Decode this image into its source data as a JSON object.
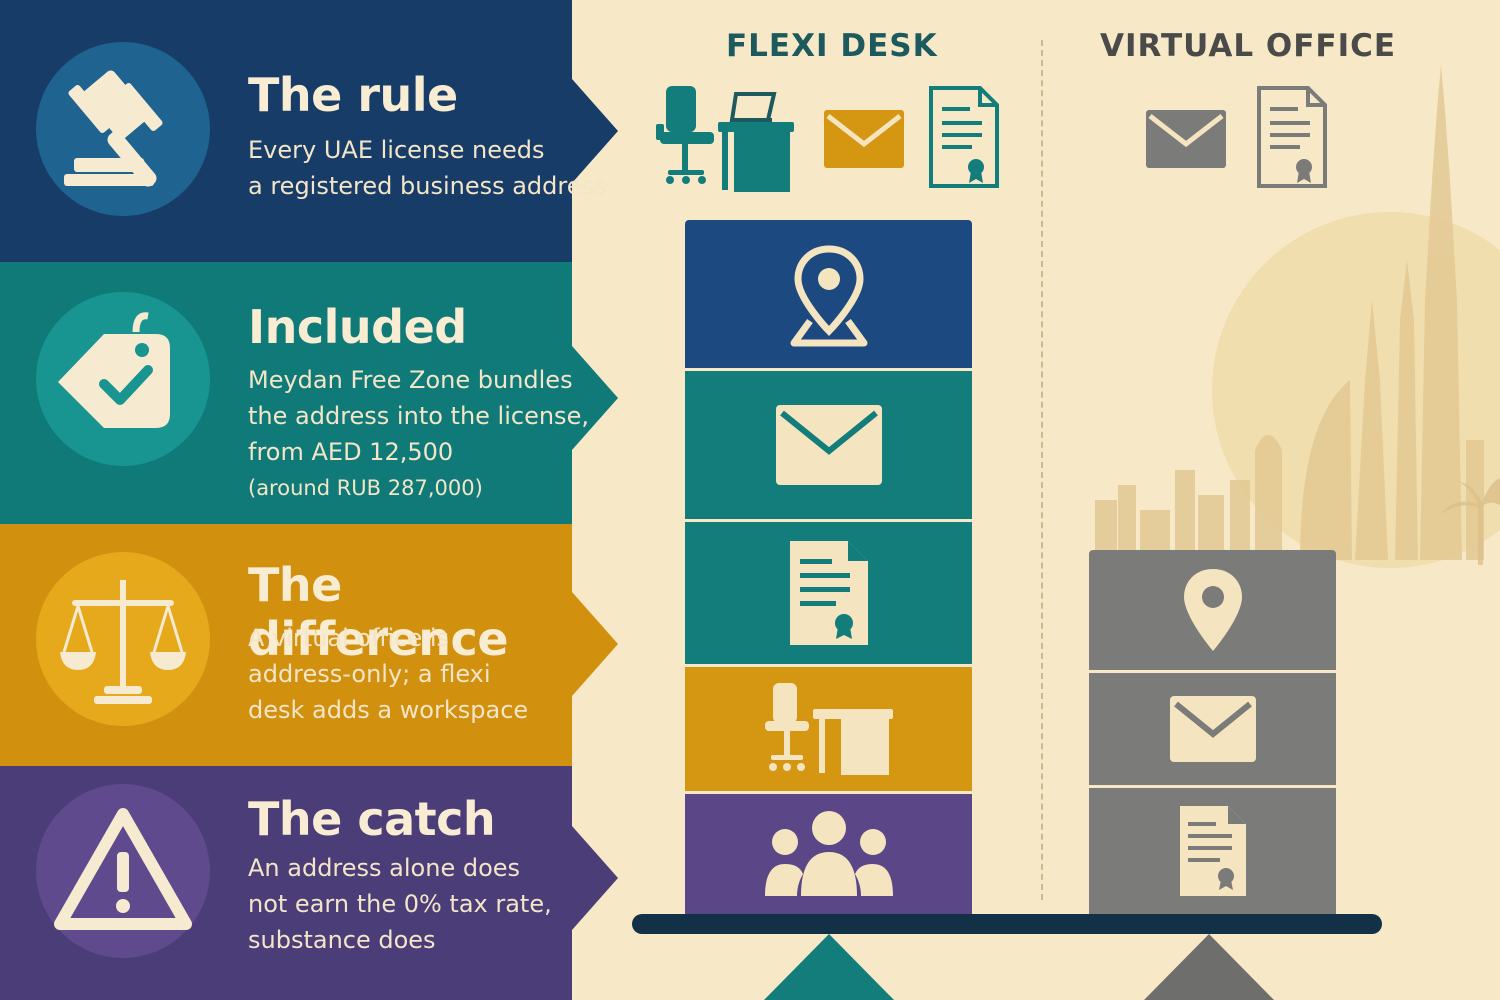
{
  "bands": [
    {
      "title": "The rule",
      "lines": [
        "Every UAE license needs",
        "a registered business address"
      ],
      "icon": "gavel-icon",
      "color": "#173c67",
      "circle": "#1f6391"
    },
    {
      "title": "Included",
      "lines": [
        "Meydan Free Zone bundles",
        "the address into the license,",
        "from AED 12,500"
      ],
      "note": "(around RUB 287,000)",
      "icon": "tag-check-icon",
      "color": "#0f7a78",
      "circle": "#189590"
    },
    {
      "title": "The difference",
      "lines": [
        "A virtual office is",
        "address-only; a flexi",
        "desk adds a workspace"
      ],
      "icon": "scales-icon",
      "color": "#d2900f",
      "circle": "#e6a91c"
    },
    {
      "title": "The catch",
      "lines": [
        "An address alone does",
        "not earn the 0% tax rate,",
        "substance does"
      ],
      "icon": "warning-icon",
      "color": "#4b3d78",
      "circle": "#5e4a8c"
    }
  ],
  "columns": {
    "flexi": {
      "title": "FLEXI DESK",
      "color": "#1c5a5e"
    },
    "virtual": {
      "title": "VIRTUAL OFFICE",
      "color": "#4a4a48"
    }
  },
  "flexi_stack": [
    "location-pin-icon",
    "envelope-icon",
    "certificate-document-icon",
    "desk-chair-icon",
    "people-group-icon"
  ],
  "virtual_stack": [
    "location-pin-icon",
    "envelope-icon",
    "certificate-document-icon"
  ],
  "colors": {
    "navy": "#1c4a80",
    "teal": "#137d7b",
    "gold": "#d59612",
    "purple": "#5b4788",
    "gray": "#7b7b7a",
    "cream": "#f5e4c0",
    "beam": "#123046"
  }
}
